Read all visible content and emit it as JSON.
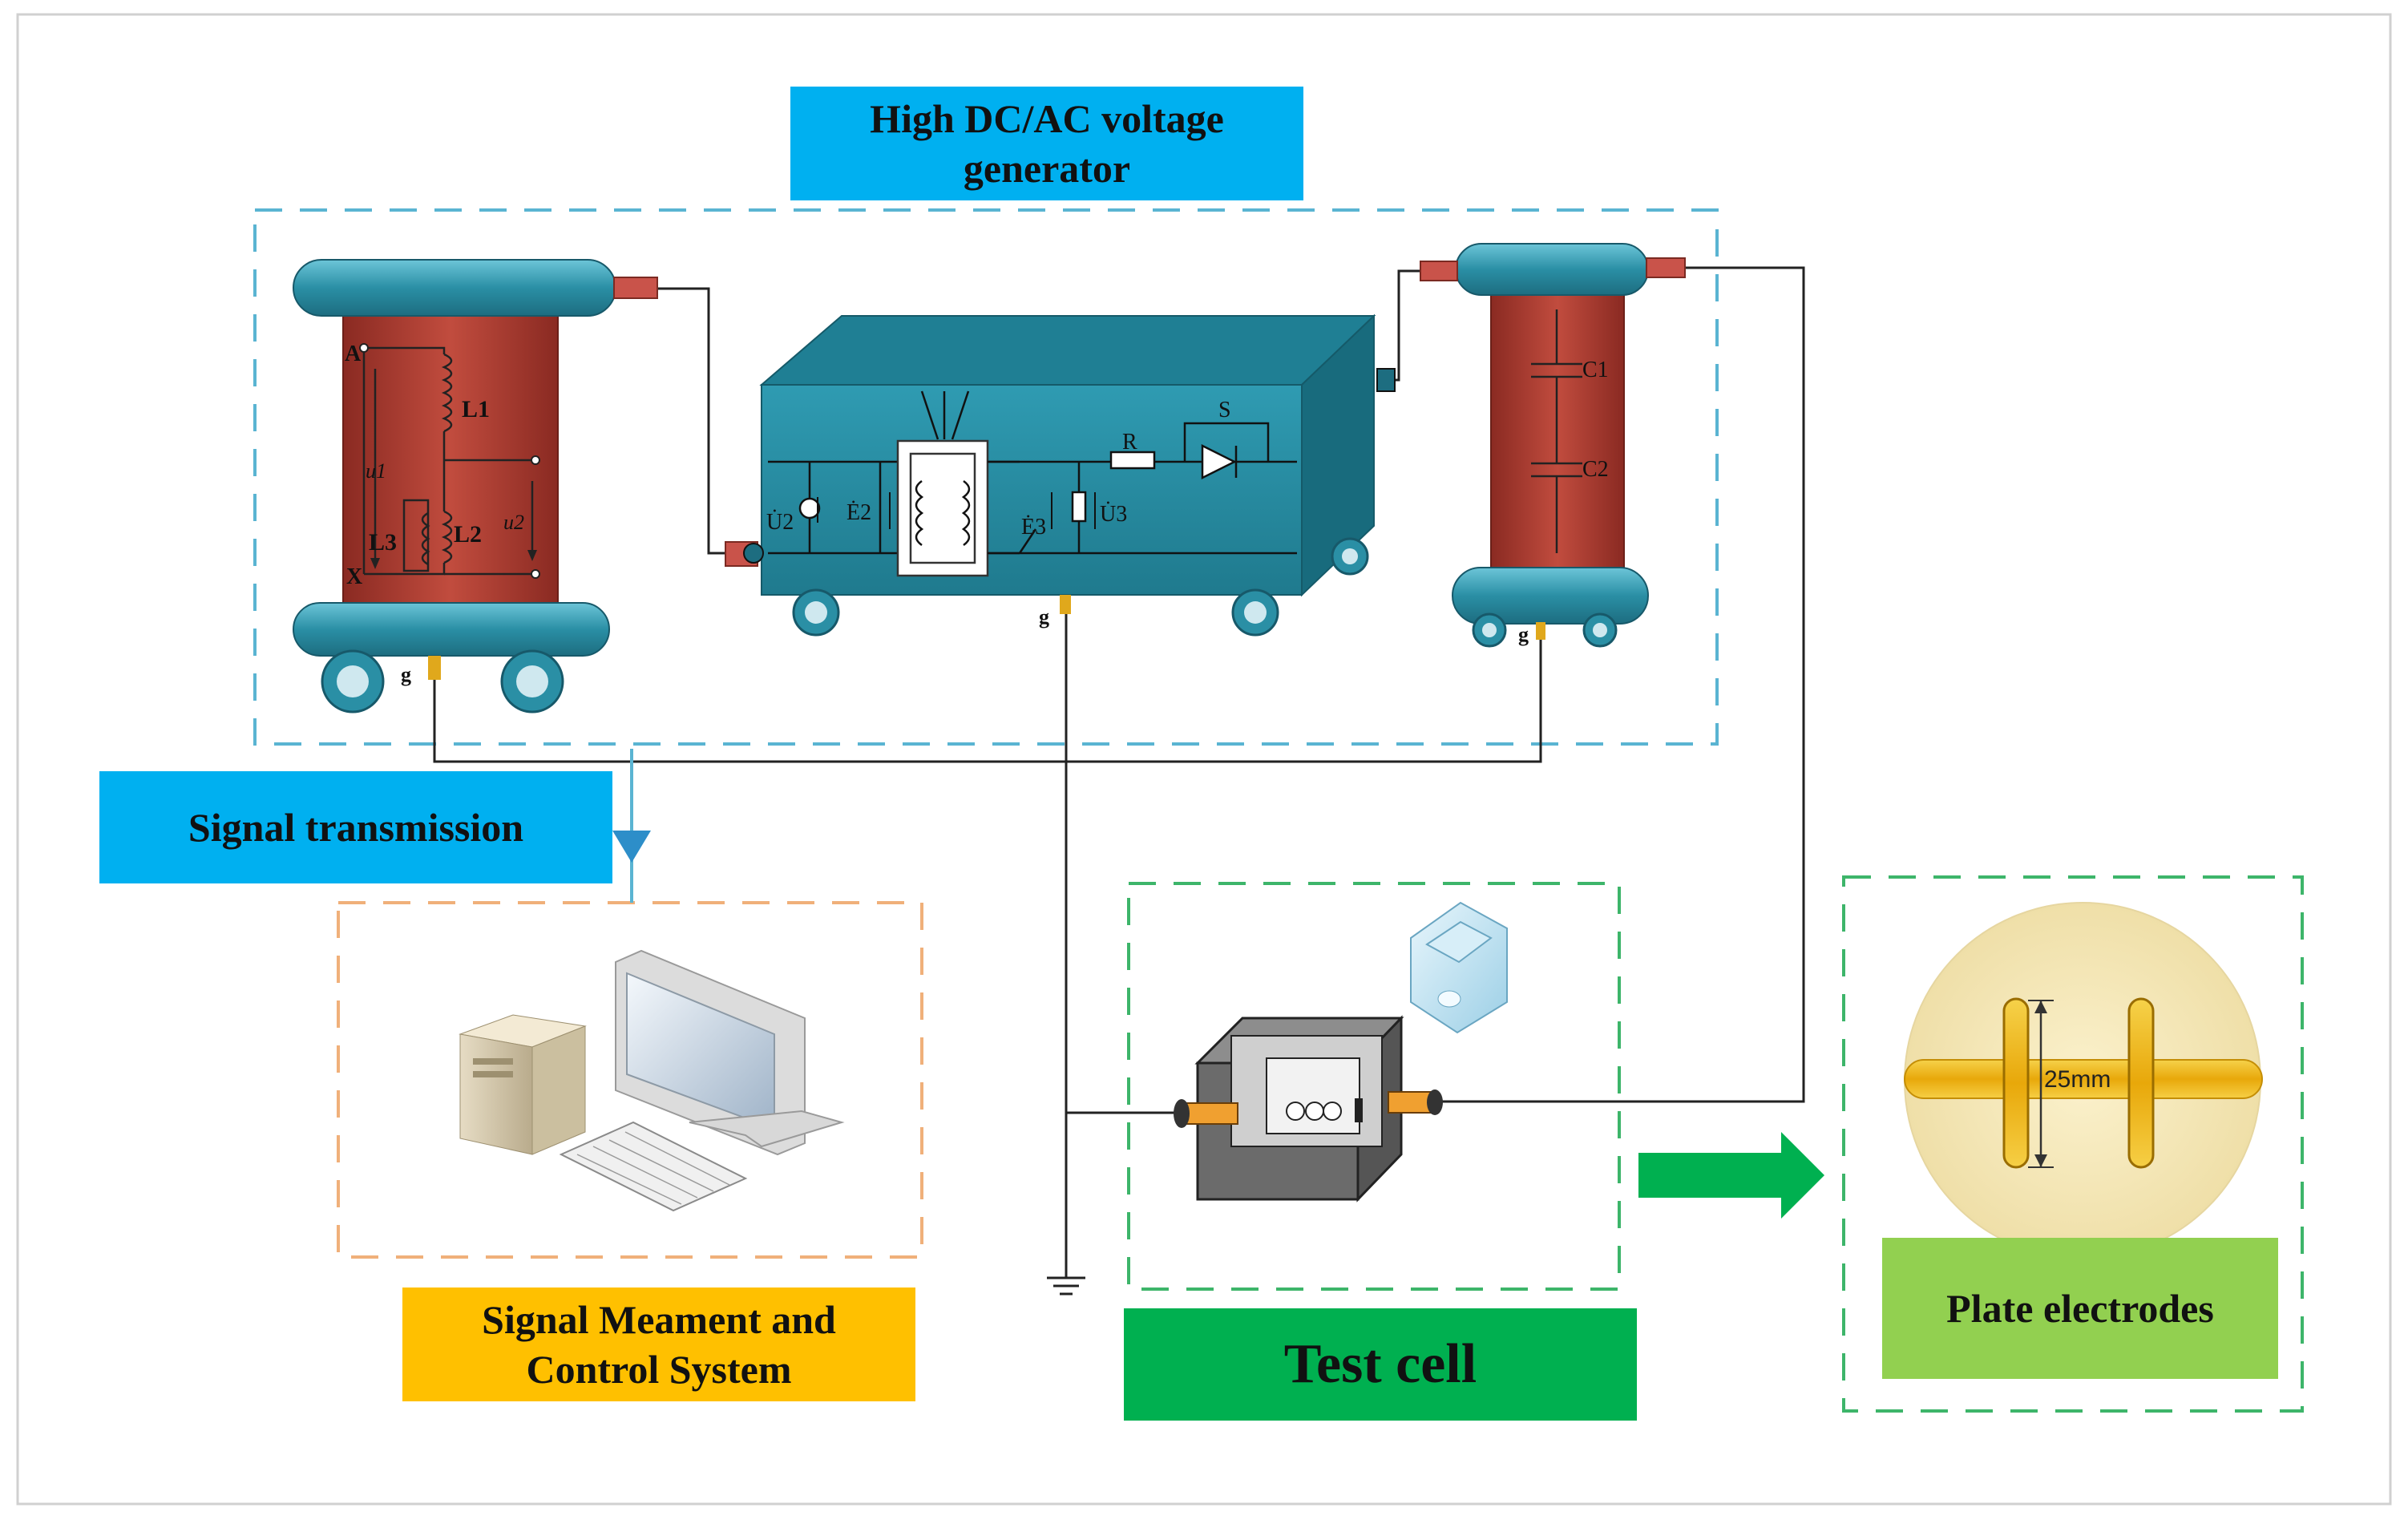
{
  "labels": {
    "generator": "High DC/AC voltage\ngenerator",
    "signal_transmission": "Signal transmission",
    "measurement": "Signal Meament and\nControl System",
    "test_cell": "Test  cell",
    "plate_electrodes": "Plate electrodes"
  },
  "transformer": {
    "terminal_a": "A",
    "terminal_x": "X",
    "coil_l1": "L1",
    "coil_l2": "L2",
    "coil_l3": "L3",
    "voltage_u1": "u1",
    "voltage_u2": "u2",
    "ground": "g"
  },
  "control_box": {
    "u2": "U̇2",
    "e2": "Ė2",
    "e3": "Ė3",
    "u3": "U̇3",
    "resistor": "R",
    "switch": "S",
    "ground": "g"
  },
  "capacitor": {
    "c1": "C1",
    "c2": "C2",
    "ground": "g"
  },
  "electrode": {
    "gap": "25mm"
  },
  "colors": {
    "generator_label_bg": "#00b0f0",
    "signal_label_bg": "#00b0f0",
    "measurement_label_bg": "#ffc000",
    "test_cell_label_bg": "#00b050",
    "plate_label_bg": "#92d050",
    "teal": "#2a8fa5",
    "coil_red": "#a33a2f",
    "dash_blue": "#5ab4d2",
    "dash_orange": "#f0b07a",
    "dash_green": "#3db56a",
    "arrow_green": "#00b050",
    "electrode_gold": "#f2b90f"
  }
}
